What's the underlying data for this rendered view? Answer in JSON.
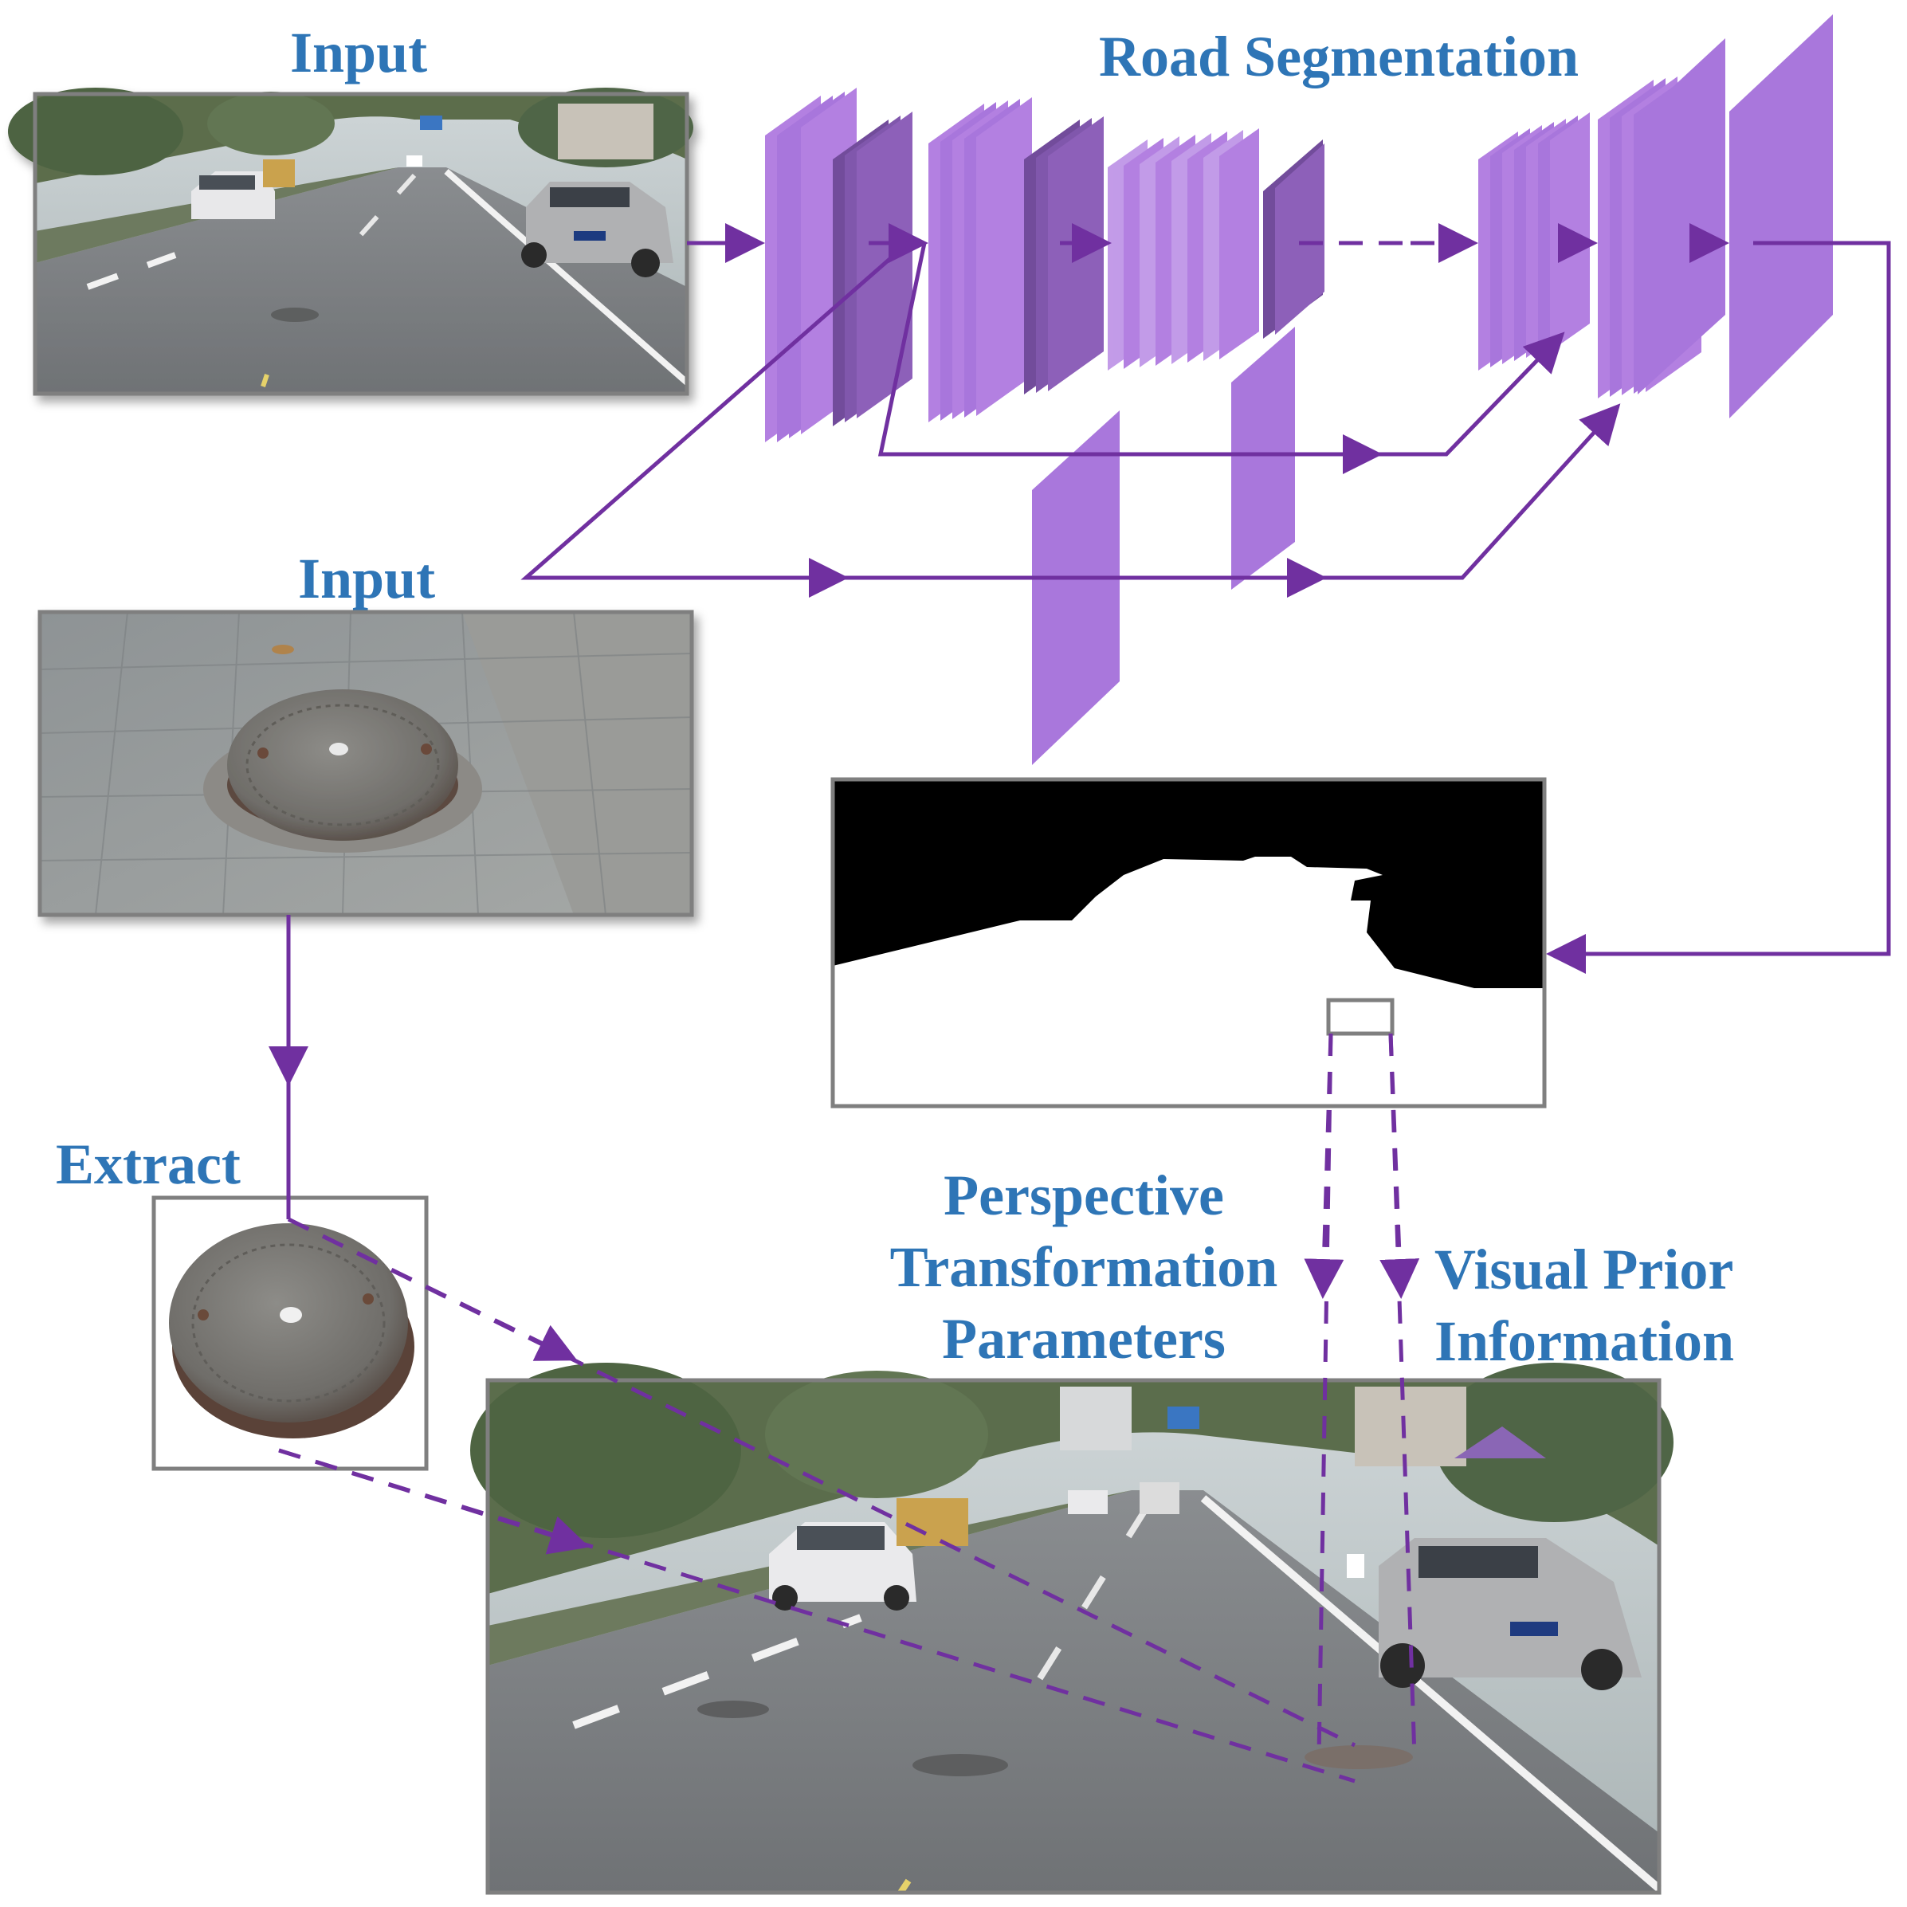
{
  "labels": {
    "input_top": "Input",
    "road_segmentation": "Road Segmentation",
    "input_middle": "Input",
    "extract": "Extract",
    "perspective": [
      "Perspective",
      "Transformation",
      "Parameters"
    ],
    "visual_prior": [
      "Visual Prior",
      "Information"
    ]
  },
  "colors": {
    "label_text": "#2e75b6",
    "arrow": "#7030a0",
    "layer_fill": "#9a5fd6",
    "layer_dark": "#5a2d8a",
    "frame": "#7f7f7f",
    "mask_bg": "#000000",
    "mask_road": "#ffffff"
  },
  "nodes": [
    {
      "id": "road-image",
      "content": "street photo with parked cars"
    },
    {
      "id": "manhole-photo",
      "content": "photo of manhole cover on pavement"
    },
    {
      "id": "manhole-crop",
      "content": "extracted manhole cover"
    },
    {
      "id": "segmentation-network",
      "content": "encoder-decoder layers"
    },
    {
      "id": "road-mask",
      "content": "binary road segmentation mask"
    },
    {
      "id": "synthesized-image",
      "content": "street photo with inserted manhole cover"
    }
  ]
}
